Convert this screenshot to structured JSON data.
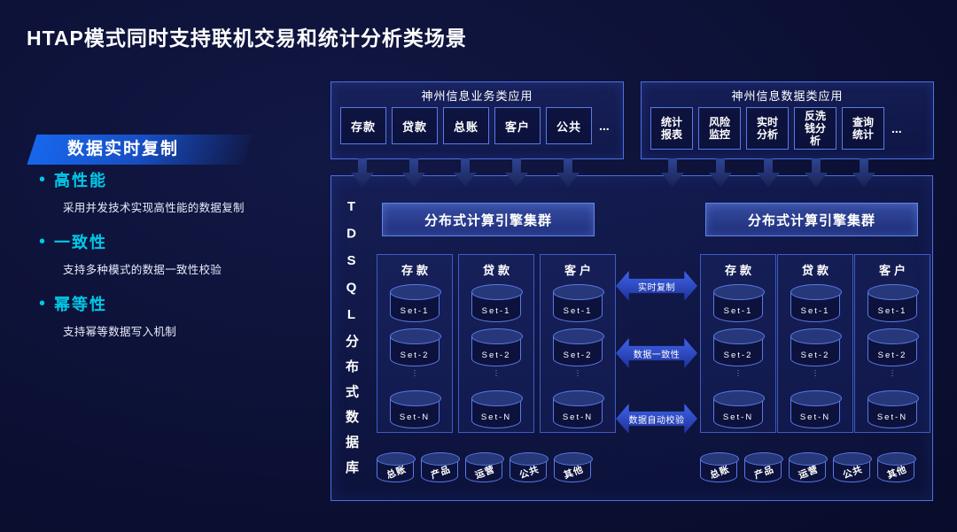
{
  "title": "HTAP模式同时支持联机交易和统计分析类场景",
  "left_panel": {
    "banner": "数据实时复制",
    "bullet": "•",
    "features": [
      {
        "label": "高性能",
        "desc": "采用并发技术实现高性能的数据复制"
      },
      {
        "label": "一致性",
        "desc": "支持多种模式的数据一致性校验"
      },
      {
        "label": "幂等性",
        "desc": "支持幂等数据写入机制"
      }
    ]
  },
  "app_boxes": [
    {
      "title": "神州信息业务类应用",
      "items": [
        "存款",
        "贷款",
        "总账",
        "客户",
        "公共"
      ],
      "more": "..."
    },
    {
      "title": "神州信息数据类应用",
      "items": [
        "统计报表",
        "风险监控",
        "实时分析",
        "反洗钱分析",
        "查询统计"
      ],
      "more": "..."
    }
  ],
  "main_box": {
    "side_label": "TDSQL分布式数据库",
    "dots": "···",
    "links": [
      "实时复制",
      "数据一致性",
      "数据自动校验"
    ],
    "clusters": [
      {
        "engine": "分布式计算引擎集群",
        "groups": [
          {
            "name": "存款",
            "sets": [
              "Set-1",
              "Set-2",
              "Set-N"
            ]
          },
          {
            "name": "贷款",
            "sets": [
              "Set-1",
              "Set-2",
              "Set-N"
            ]
          },
          {
            "name": "客户",
            "sets": [
              "Set-1",
              "Set-2",
              "Set-N"
            ]
          }
        ],
        "bottom": [
          "总账",
          "产品",
          "运营",
          "公共",
          "其他"
        ]
      },
      {
        "engine": "分布式计算引擎集群",
        "groups": [
          {
            "name": "存款",
            "sets": [
              "Set-1",
              "Set-2",
              "Set-N"
            ]
          },
          {
            "name": "贷款",
            "sets": [
              "Set-1",
              "Set-2",
              "Set-N"
            ]
          },
          {
            "name": "客户",
            "sets": [
              "Set-1",
              "Set-2",
              "Set-N"
            ]
          }
        ],
        "bottom": [
          "总账",
          "产品",
          "运营",
          "公共",
          "其他"
        ]
      }
    ]
  },
  "colors": {
    "background": "#0a0e30",
    "accent_cyan": "#00c9e8",
    "box_border": "#4f6fe0",
    "banner_blue": "#1767ec"
  }
}
